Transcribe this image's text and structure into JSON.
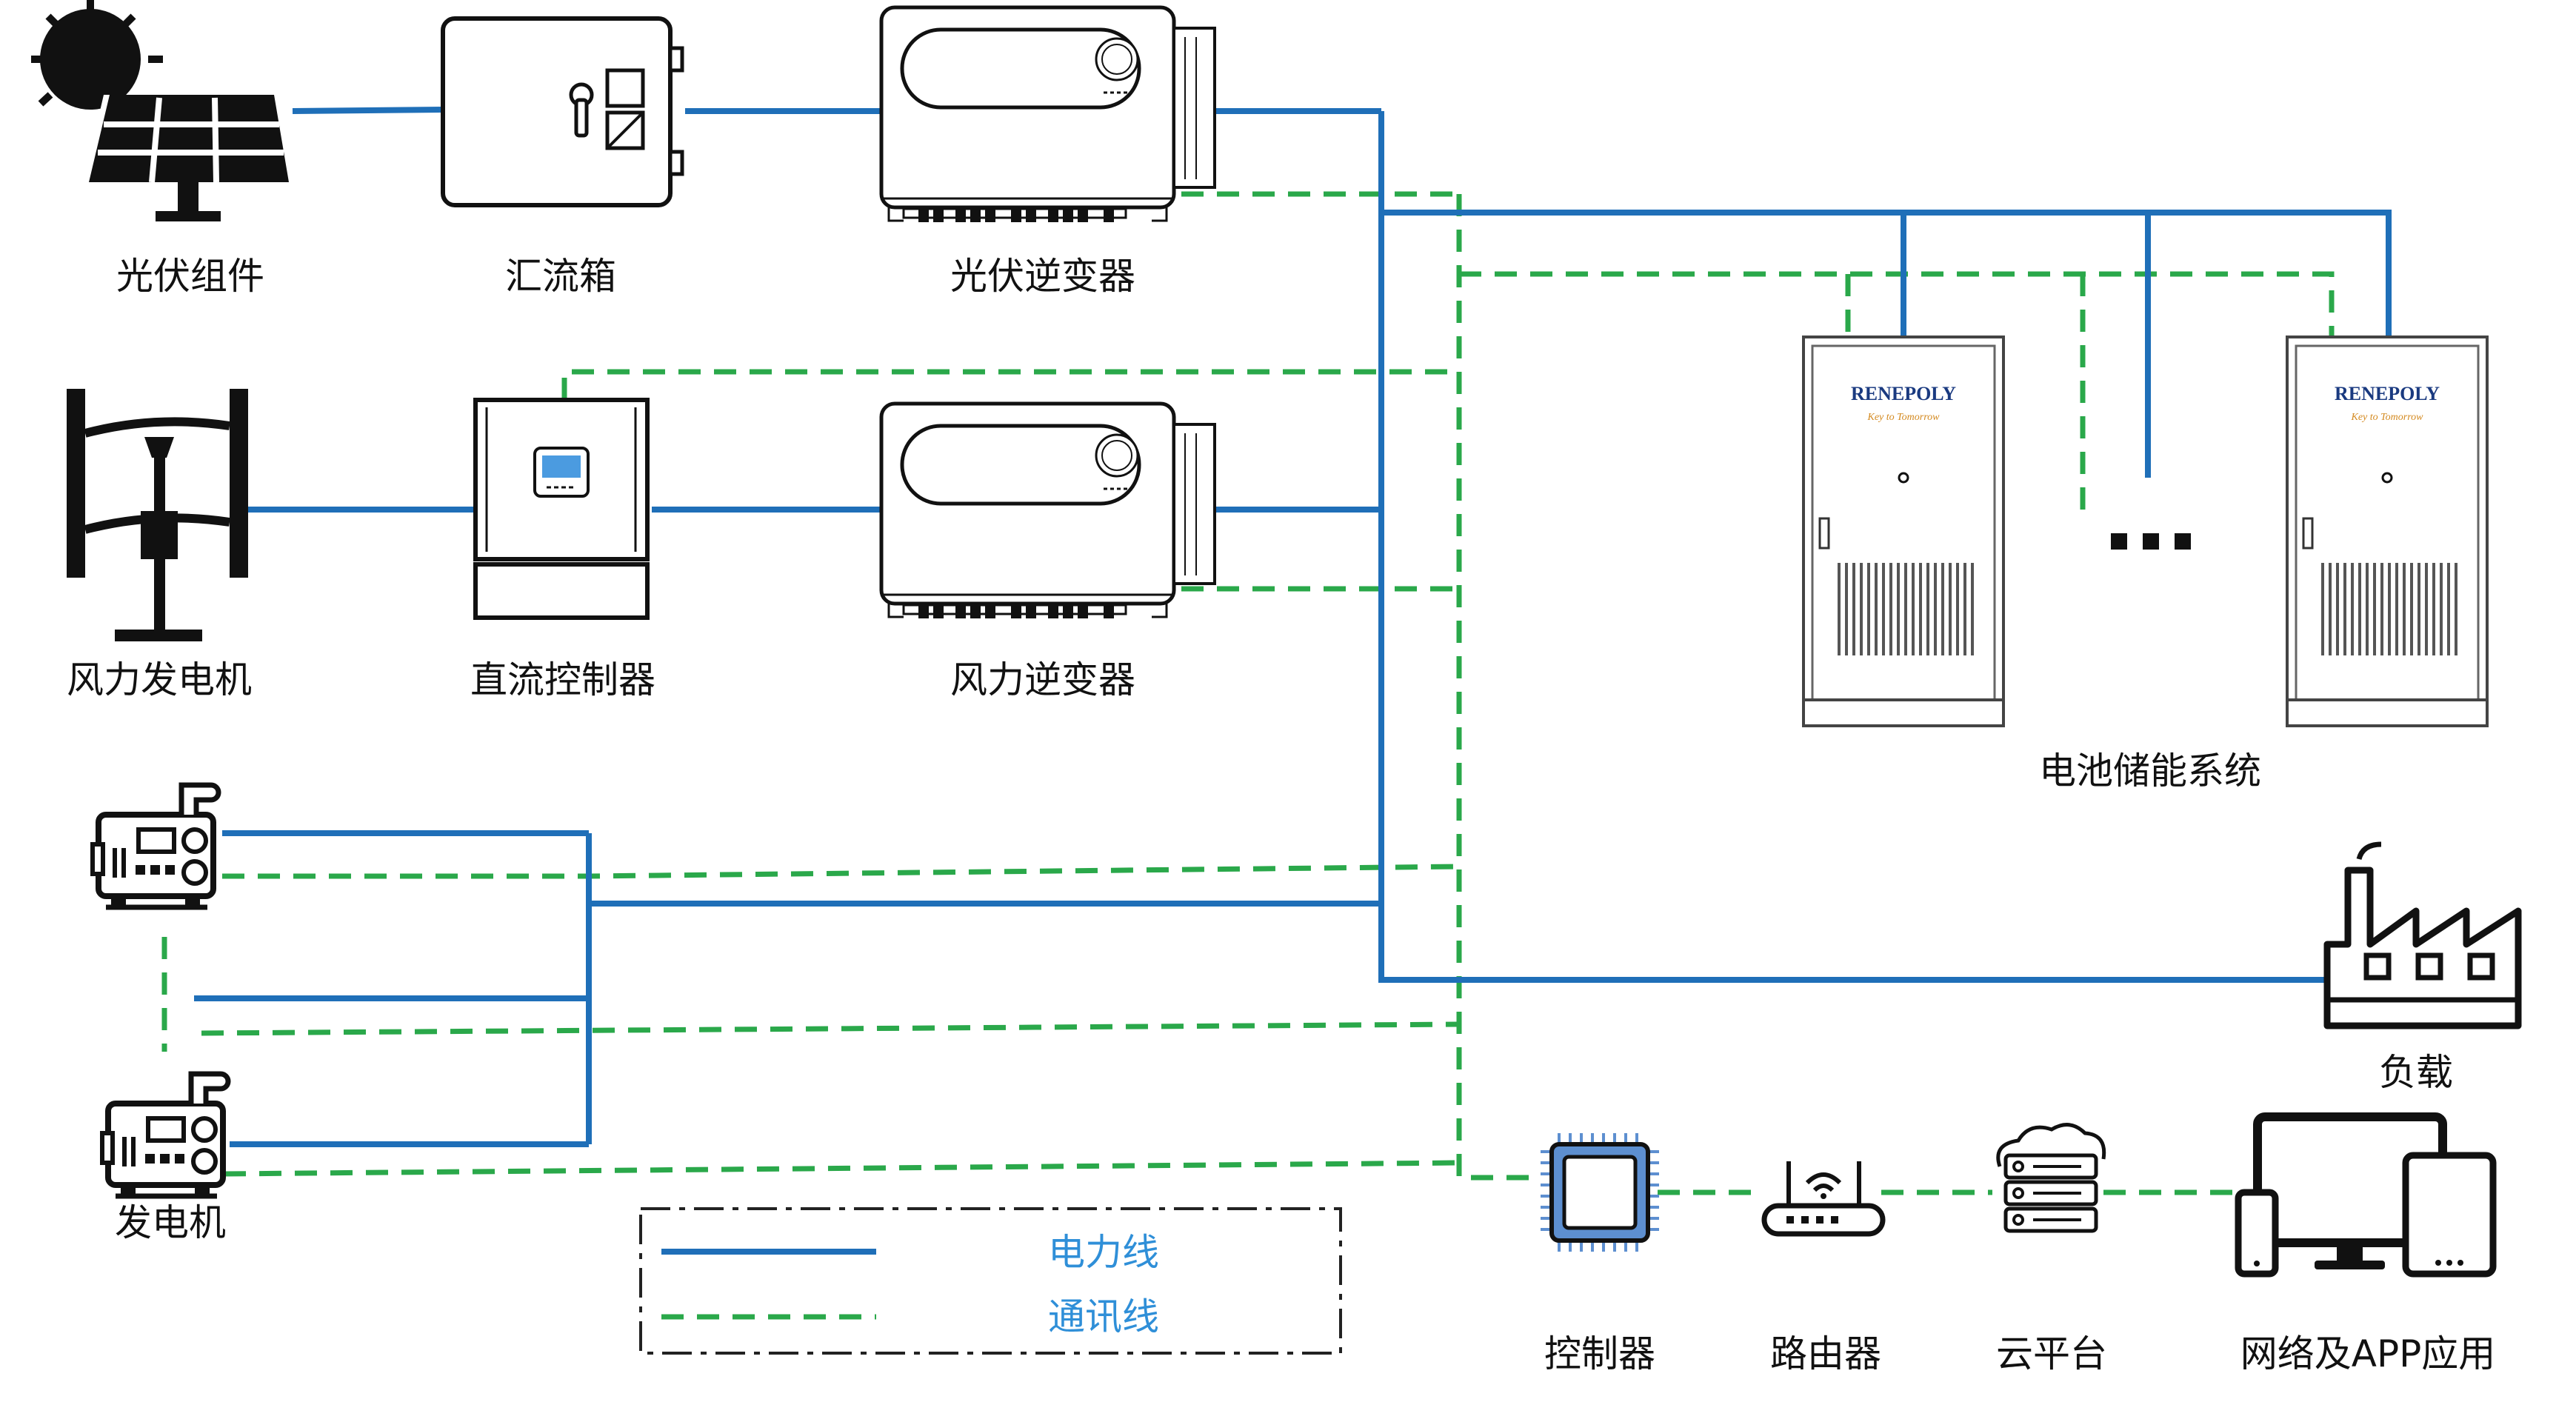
{
  "colors": {
    "power_line": "#1f6fb8",
    "comm_line": "#2aa84a",
    "legend_text": "#2f8fd8",
    "ink": "#111111",
    "screen": "#4b9be0"
  },
  "labels": {
    "pv_module": "光伏组件",
    "combiner_box": "汇流箱",
    "pv_inverter": "光伏逆变器",
    "wind_turbine": "风力发电机",
    "dc_controller": "直流控制器",
    "wind_inverter": "风力逆变器",
    "battery_system": "电池储能系统",
    "load": "负载",
    "generator": "发电机",
    "controller": "控制器",
    "router": "路由器",
    "cloud": "云平台",
    "network_app": "网络及APP应用"
  },
  "cabinet": {
    "brand": "RENEPOLY",
    "tagline": "Key to Tomorrow"
  },
  "legend": {
    "power": "电力线",
    "comm": "通讯线"
  },
  "icons": {
    "pv": "solar-panel-icon",
    "combiner": "combiner-box-icon",
    "inverter": "inverter-icon",
    "turbine": "wind-turbine-icon",
    "controller_box": "dc-controller-icon",
    "generator": "generator-icon",
    "cabinet": "battery-cabinet-icon",
    "factory": "factory-icon",
    "chip": "chip-icon",
    "router": "router-icon",
    "cloud": "cloud-server-icon",
    "devices": "devices-icon"
  }
}
